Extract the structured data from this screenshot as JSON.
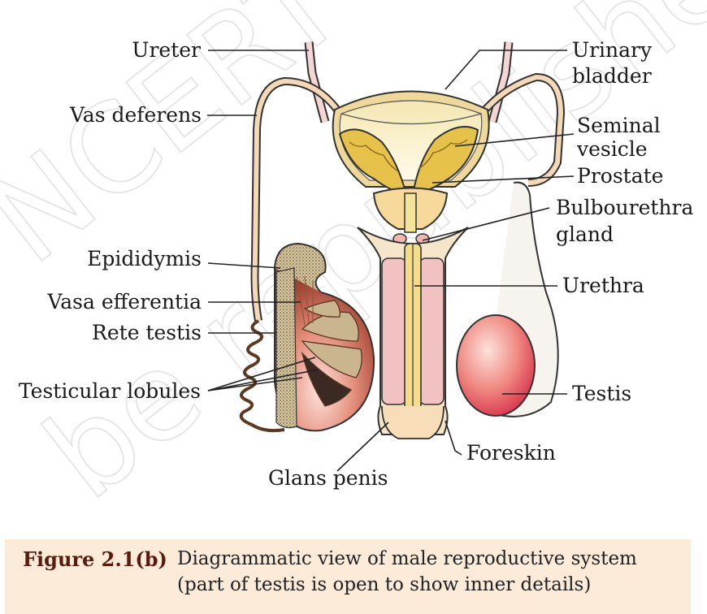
{
  "labels": {
    "ureter": "Ureter",
    "vas_deferens": "Vas deferens",
    "epididymis": "Epididymis",
    "vasa_efferentia": "Vasa efferentia",
    "rete_testis": "Rete testis",
    "testicular_lobules": "Testicular lobules",
    "urinary_bladder_1": "Urinary",
    "urinary_bladder_2": "bladder",
    "seminal_vesicle_1": "Seminal",
    "seminal_vesicle_2": "vesicle",
    "prostate": "Prostate",
    "bulbourethra_1": "Bulbourethra",
    "bulbourethra_2": "gland",
    "urethra": "Urethra",
    "testis": "Testis",
    "foreskin": "Foreskin",
    "glans_penis": "Glans penis"
  },
  "watermark": {
    "line1": "NCERT",
    "line2": "be republished"
  },
  "caption": {
    "label": "Figure 2.1(b)",
    "line1": "Diagrammatic view of male reproductive system",
    "line2": "(part of testis is open to show inner details)"
  },
  "colors": {
    "bladder": "#fbefc4",
    "seminal": "#e9c94a",
    "prostate": "#f7dca0",
    "shaft": "#f2c2c3",
    "testis": "#e0776f",
    "caption_bg": "#fdebd9",
    "caption_label": "#5a1a10"
  }
}
